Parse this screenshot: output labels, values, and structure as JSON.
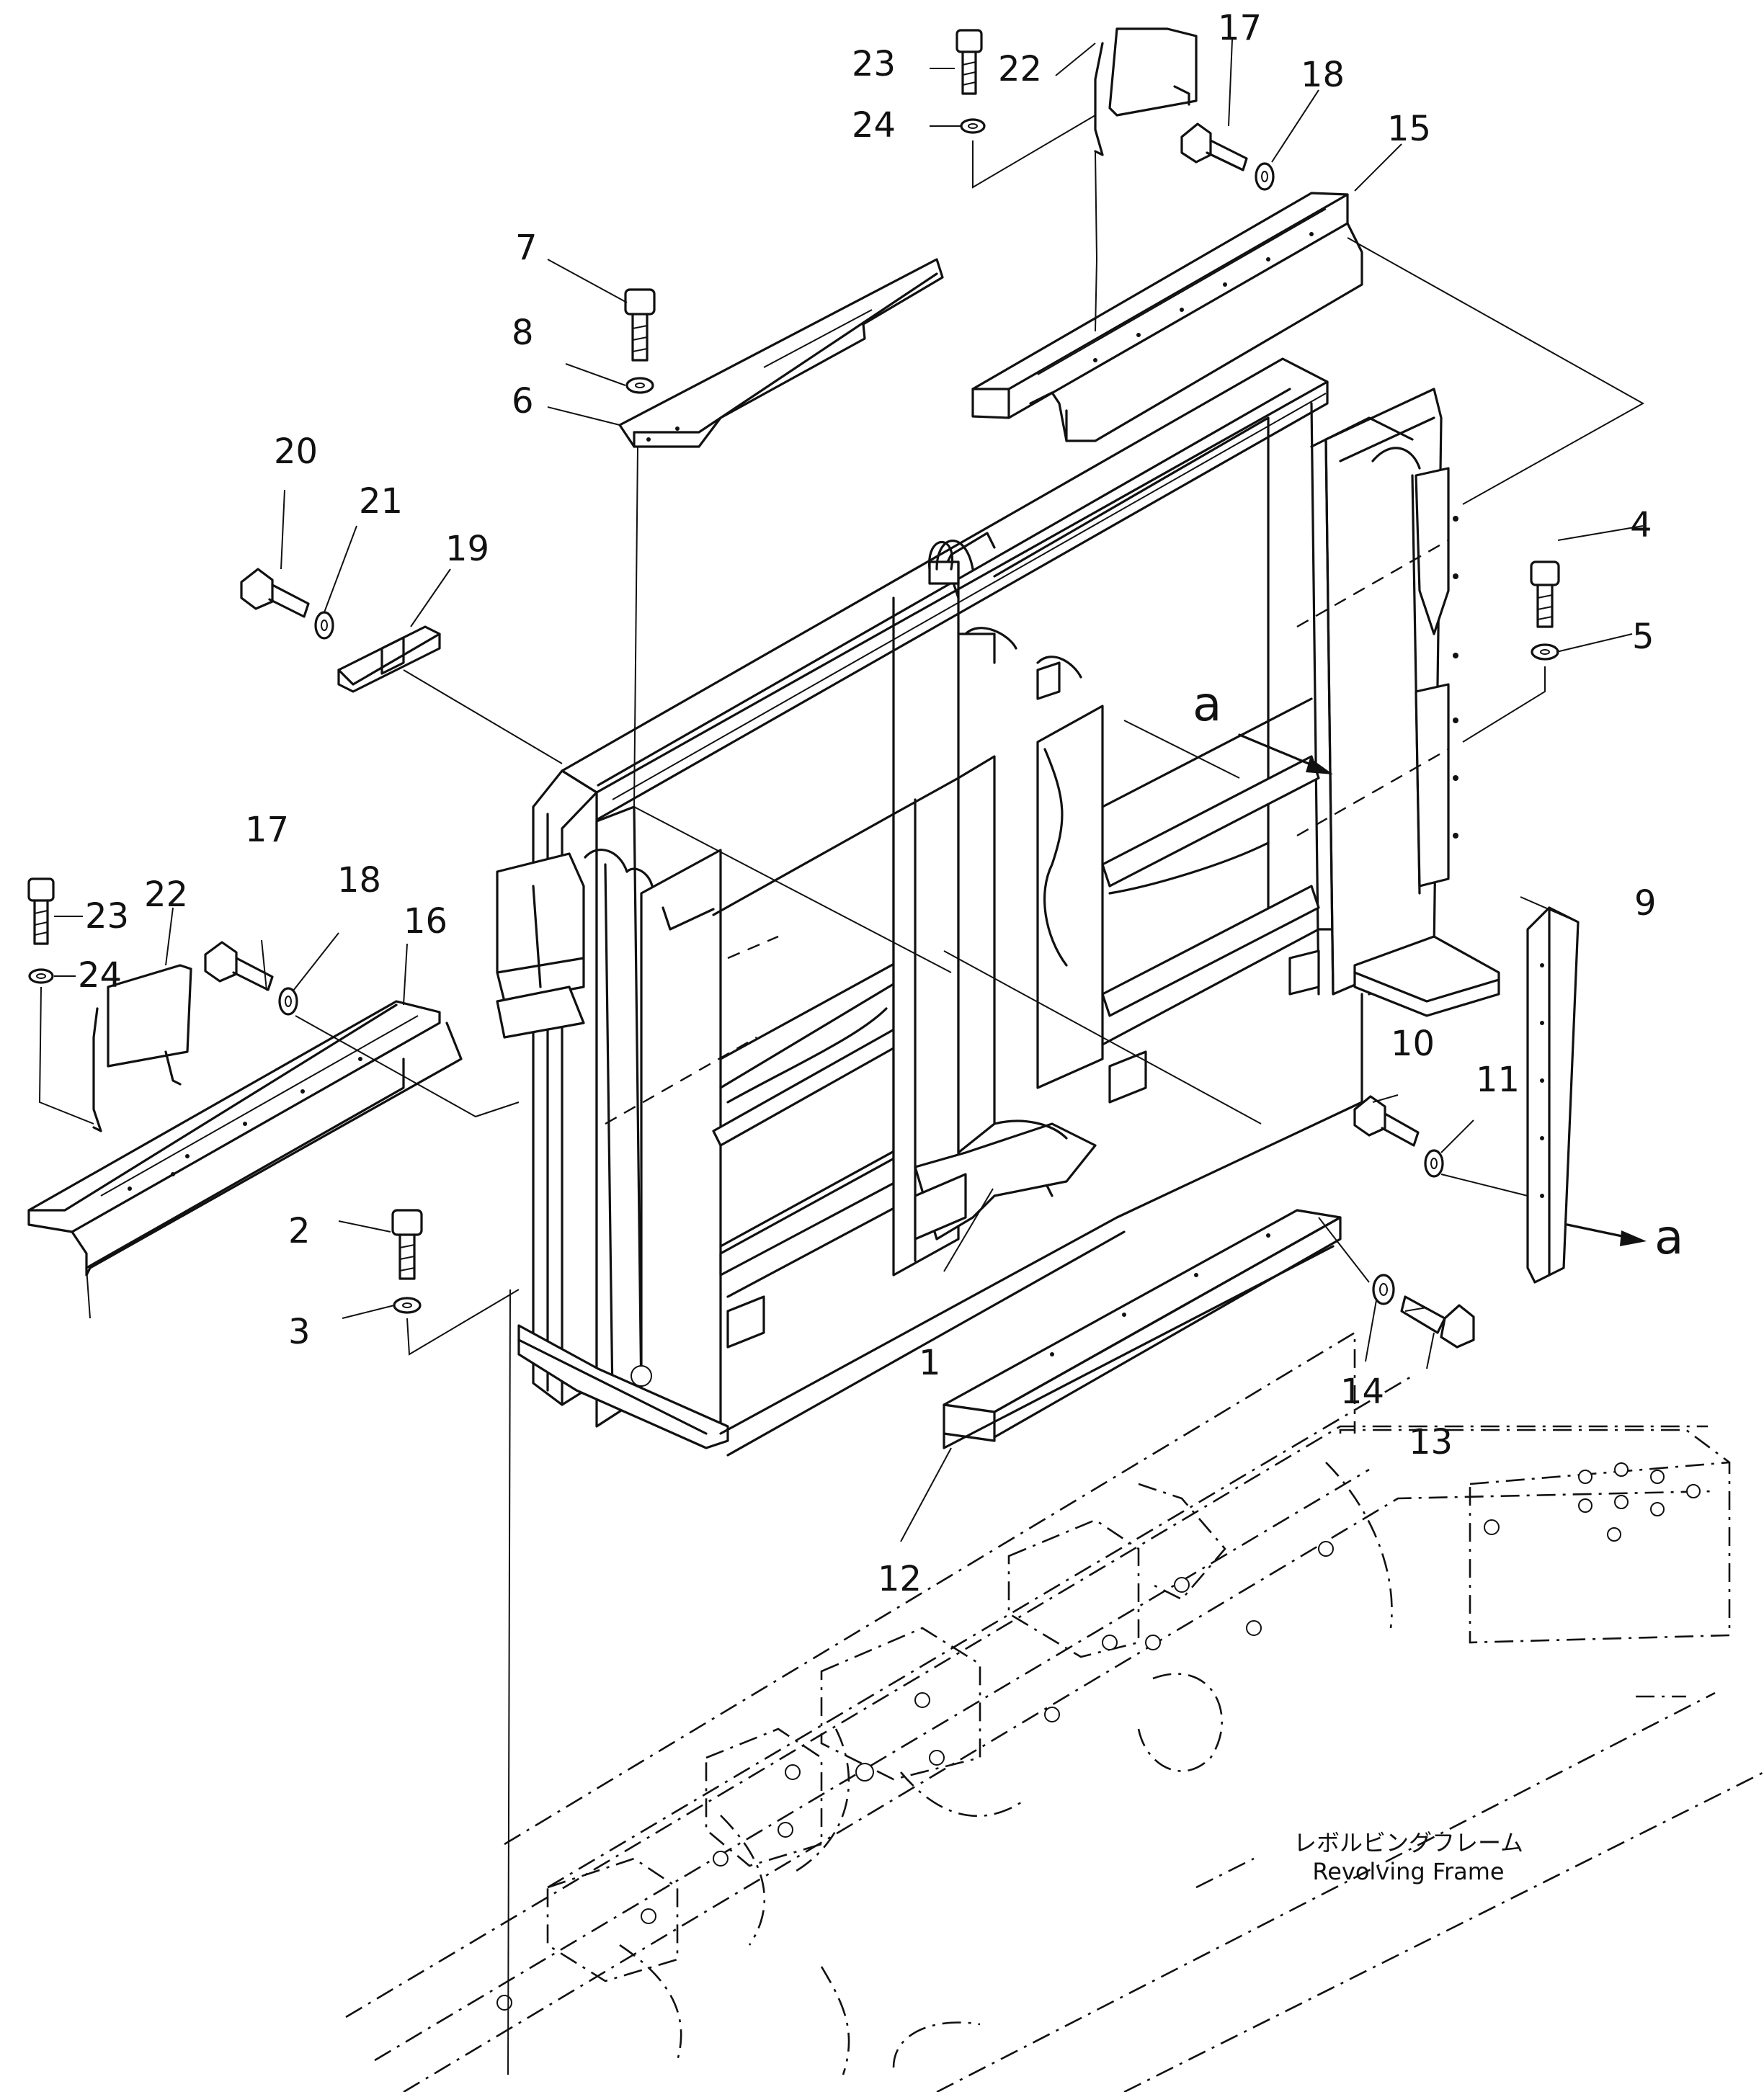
{
  "diagram": {
    "part_numbers": [
      "1",
      "2",
      "3",
      "4",
      "5",
      "6",
      "7",
      "8",
      "9",
      "10",
      "11",
      "12",
      "13",
      "14",
      "15",
      "16",
      "17",
      "17",
      "18",
      "18",
      "19",
      "20",
      "21",
      "22",
      "22",
      "23",
      "23",
      "24",
      "24"
    ],
    "reference_letter": "a",
    "revolving_frame_label": {
      "japanese": "レボルビングフレーム",
      "english": "Revolving Frame"
    },
    "colors": {
      "line": "#111111",
      "background": "#ffffff"
    }
  }
}
